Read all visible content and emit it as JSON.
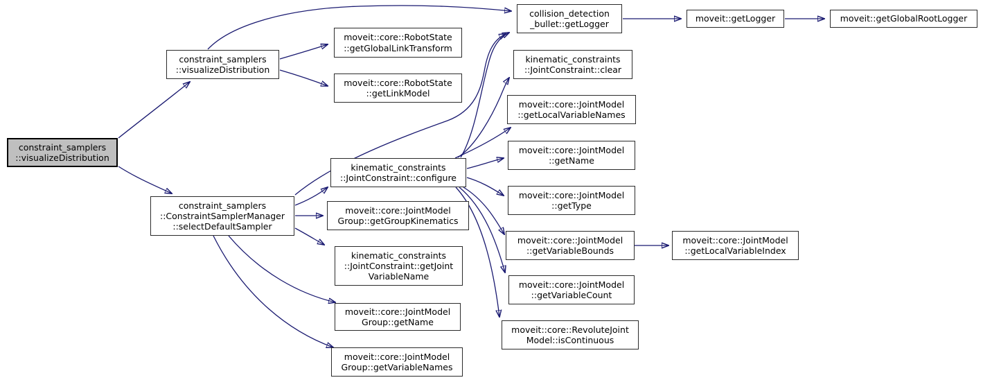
{
  "diagram": {
    "type": "call-graph",
    "background_color": "#ffffff",
    "edge_color": "#191970",
    "node_fill": "#ffffff",
    "root_node_fill": "#bfbfbf",
    "node_border_color": "#2a2a2a"
  },
  "nodes": {
    "viz-root": {
      "label": "constraint_samplers\n::visualizeDistribution"
    },
    "viz": {
      "label": "constraint_samplers\n::visualizeDistribution"
    },
    "get-global-link-transform": {
      "label": "moveit::core::RobotState\n::getGlobalLinkTransform"
    },
    "get-link-model": {
      "label": "moveit::core::RobotState\n::getLinkModel"
    },
    "bullet-get-logger": {
      "label": "collision_detection\n_bullet::getLogger"
    },
    "moveit-get-logger": {
      "label": "moveit::getLogger"
    },
    "get-global-root-logger": {
      "label": "moveit::getGlobalRootLogger"
    },
    "jc-clear": {
      "label": "kinematic_constraints\n::JointConstraint::clear"
    },
    "get-local-variable-names": {
      "label": "moveit::core::JointModel\n::getLocalVariableNames"
    },
    "jc-configure": {
      "label": "kinematic_constraints\n::JointConstraint::configure"
    },
    "jm-get-name": {
      "label": "moveit::core::JointModel\n::getName"
    },
    "jm-get-type": {
      "label": "moveit::core::JointModel\n::getType"
    },
    "get-variable-bounds": {
      "label": "moveit::core::JointModel\n::getVariableBounds"
    },
    "get-local-variable-index": {
      "label": "moveit::core::JointModel\n::getLocalVariableIndex"
    },
    "get-variable-count": {
      "label": "moveit::core::JointModel\n::getVariableCount"
    },
    "is-continuous": {
      "label": "moveit::core::RevoluteJoint\nModel::isContinuous"
    },
    "select-default-sampler": {
      "label": "constraint_samplers\n::ConstraintSamplerManager\n::selectDefaultSampler"
    },
    "get-group-kinematics": {
      "label": "moveit::core::JointModel\nGroup::getGroupKinematics"
    },
    "get-joint-variable-name": {
      "label": "kinematic_constraints\n::JointConstraint::getJoint\nVariableName"
    },
    "jmg-get-name": {
      "label": "moveit::core::JointModel\nGroup::getName"
    },
    "jmg-get-variable-names": {
      "label": "moveit::core::JointModel\nGroup::getVariableNames"
    }
  },
  "edges": [
    {
      "from": "viz-root",
      "to": "viz"
    },
    {
      "from": "viz-root",
      "to": "select-default-sampler"
    },
    {
      "from": "viz",
      "to": "get-global-link-transform"
    },
    {
      "from": "viz",
      "to": "get-link-model"
    },
    {
      "from": "viz",
      "to": "bullet-get-logger"
    },
    {
      "from": "bullet-get-logger",
      "to": "moveit-get-logger"
    },
    {
      "from": "moveit-get-logger",
      "to": "get-global-root-logger"
    },
    {
      "from": "jc-configure",
      "to": "bullet-get-logger"
    },
    {
      "from": "jc-configure",
      "to": "jc-clear"
    },
    {
      "from": "jc-configure",
      "to": "get-local-variable-names"
    },
    {
      "from": "jc-configure",
      "to": "jm-get-name"
    },
    {
      "from": "jc-configure",
      "to": "jm-get-type"
    },
    {
      "from": "jc-configure",
      "to": "get-variable-bounds"
    },
    {
      "from": "jc-configure",
      "to": "get-variable-count"
    },
    {
      "from": "jc-configure",
      "to": "is-continuous"
    },
    {
      "from": "get-variable-bounds",
      "to": "get-local-variable-index"
    },
    {
      "from": "select-default-sampler",
      "to": "jc-configure"
    },
    {
      "from": "select-default-sampler",
      "to": "bullet-get-logger"
    },
    {
      "from": "select-default-sampler",
      "to": "get-group-kinematics"
    },
    {
      "from": "select-default-sampler",
      "to": "get-joint-variable-name"
    },
    {
      "from": "select-default-sampler",
      "to": "jmg-get-name"
    },
    {
      "from": "select-default-sampler",
      "to": "jmg-get-variable-names"
    }
  ]
}
